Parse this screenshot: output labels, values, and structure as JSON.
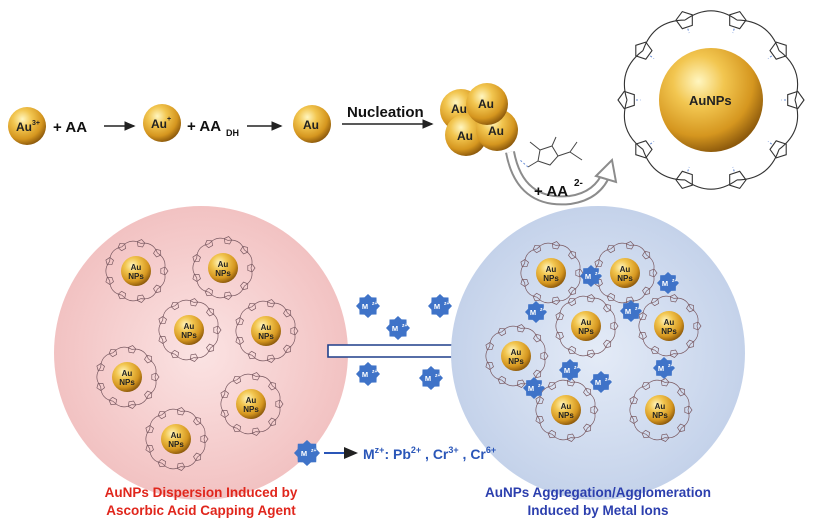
{
  "colors": {
    "gold_light": "#fff2a8",
    "gold_mid": "#e8b33a",
    "gold_dark": "#9a6410",
    "pink_disk": "#f3c4c4",
    "blue_disk": "#c7d4ec",
    "metal_ion_blue": "#3f73c8",
    "red_caption": "#e0261c",
    "blue_caption": "#2c3fae",
    "ion_formula_blue": "#2a56b8",
    "arrow_gray": "#555555"
  },
  "top_row": {
    "au3_label": "Au",
    "au3_sup": "3+",
    "plus_aa": "+ AA",
    "au1_label": "Au",
    "au1_sup": "+",
    "plus_aadh": "+ AA",
    "aadh_sub": "DH",
    "au0_label": "Au",
    "nucleation_label": "Nucleation",
    "cluster_labels": [
      "Au",
      "Au",
      "Au",
      "Au"
    ],
    "plus_aa2": "+ AA",
    "aa2_sup": "2-",
    "big_np_label": "AuNPs"
  },
  "left_panel": {
    "np_label_line1": "Au",
    "np_label_line2": "NPs",
    "caption_line1": "AuNPs Dispersion Induced by",
    "caption_line2": "Ascorbic Acid Capping Agent"
  },
  "metal_ions": {
    "label": "M",
    "sup": "z+"
  },
  "right_panel": {
    "np_label_line1": "Au",
    "np_label_line2": "NPs",
    "caption_line1": "AuNPs Aggregation/Agglomeration",
    "caption_line2": "Induced by Metal Ions"
  },
  "legend": {
    "ion_label": "M",
    "ion_sup": "z+",
    "formula_text": "M",
    "formula_sup": "z+",
    "formula_rest": ": Pb",
    "pb_sup": "2+",
    "cr_a": " , Cr",
    "cr3_sup": "3+",
    "cr_b": " , Cr",
    "cr6_sup": "6+"
  },
  "icons": {
    "reaction_arrow": "arrow-right-icon",
    "curved_arrow": "curved-arrow-icon",
    "transition_arrow": "hollow-arrow-icon",
    "ascorbate_molecule": "ascorbate-molecule-icon"
  }
}
